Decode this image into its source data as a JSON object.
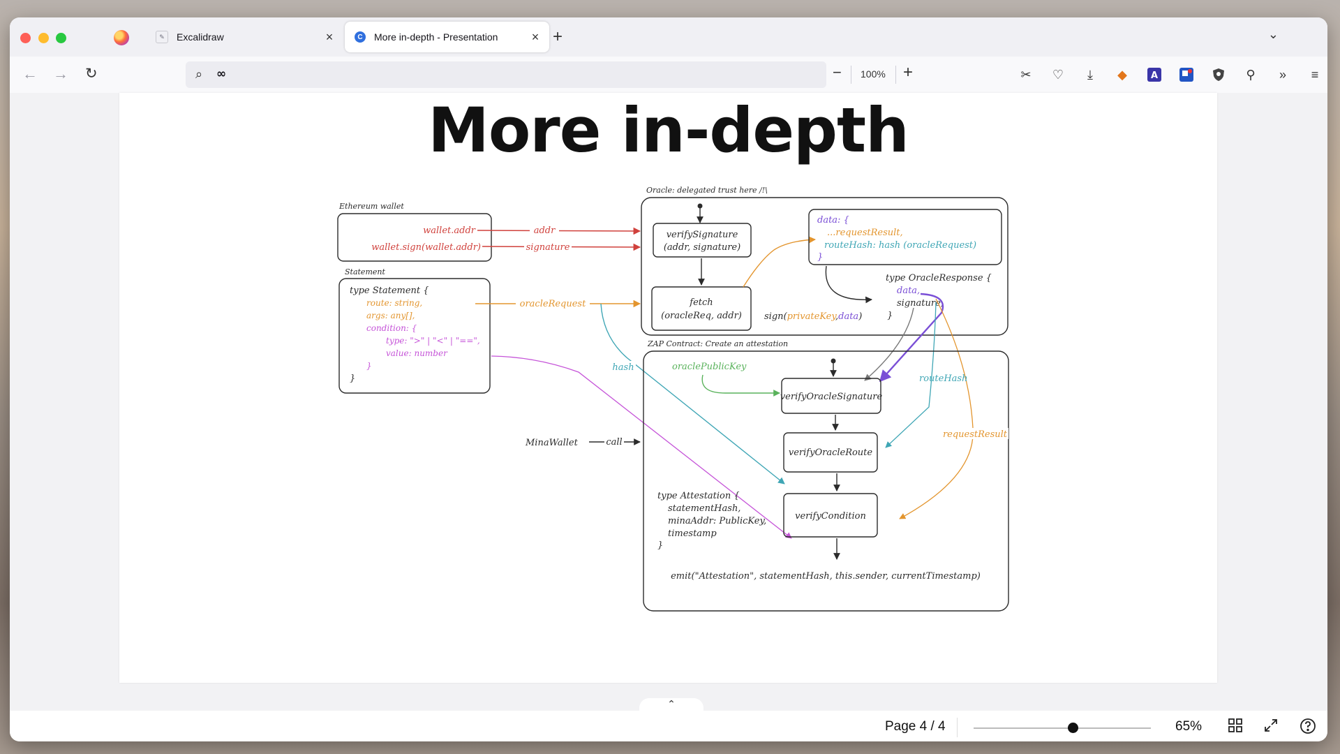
{
  "tabs": [
    {
      "label": "Excalidraw",
      "favicon": "excalidraw-icon"
    },
    {
      "label": "More in-depth - Presentation",
      "favicon": "presentation-icon"
    }
  ],
  "urlbar": {
    "value": "∞"
  },
  "zoom": {
    "level": "100%"
  },
  "slide": {
    "title": "More in-depth"
  },
  "diagram": {
    "ethereum_label": "Ethereum wallet",
    "wallet_addr": "wallet.addr",
    "wallet_sign": "wallet.sign(wallet.addr)",
    "addr": "addr",
    "signature": "signature",
    "statement_label": "Statement",
    "stmt_l1": "type Statement {",
    "stmt_l2": "route: string,",
    "stmt_l3": "args: any[],",
    "stmt_l4": "condition: {",
    "stmt_l5": "type: \">\" | \"<\" | \"==\",",
    "stmt_l6": "value: number",
    "stmt_l7": "}",
    "stmt_l8": "}",
    "oracle_request": "oracleRequest",
    "hash": "hash",
    "oracle_label": "Oracle: delegated trust here /!\\",
    "verify_sig_1": "verifySignature",
    "verify_sig_2": "(addr, signature)",
    "fetch_1": "fetch",
    "fetch_2": "(oracleReq, addr)",
    "data_l1": "data: {",
    "data_l2": "...requestResult,",
    "data_l3": "routeHash: hash (oracleRequest)",
    "data_l4": "}",
    "sign_prefix": "sign(",
    "sign_key": "privateKey",
    "sign_comma": ",",
    "sign_data": "data",
    "sign_close": ")",
    "resp_l1": "type OracleResponse {",
    "resp_l2": "data,",
    "resp_l3": "signature,",
    "resp_l4": "}",
    "zap_label": "ZAP Contract: Create an attestation",
    "oracle_pubkey": "oraclePublicKey",
    "route_hash": "routeHash",
    "verify_oracle_sig": "verifyOracleSignature",
    "verify_oracle_route": "verifyOracleRoute",
    "verify_condition": "verifyCondition",
    "request_result": "requestResult",
    "mina_wallet": "MinaWallet",
    "call": "call",
    "att_l1": "type Attestation {",
    "att_l2": "statementHash,",
    "att_l3": "minaAddr: PublicKey,",
    "att_l4": "timestamp",
    "att_l5": "}",
    "emit": "emit(\"Attestation\", statementHash, this.sender, currentTimestamp)"
  },
  "colors": {
    "red": "#d0413c",
    "orange": "#e3952e",
    "purple": "#7a4fd6",
    "magenta": "#c553d8",
    "teal": "#3fa6b5",
    "green": "#59b25b",
    "ink": "#2b2b2b"
  },
  "pagebar": {
    "page": "Page 4 / 4",
    "zoom": "65%",
    "slider_fraction": 0.56
  }
}
